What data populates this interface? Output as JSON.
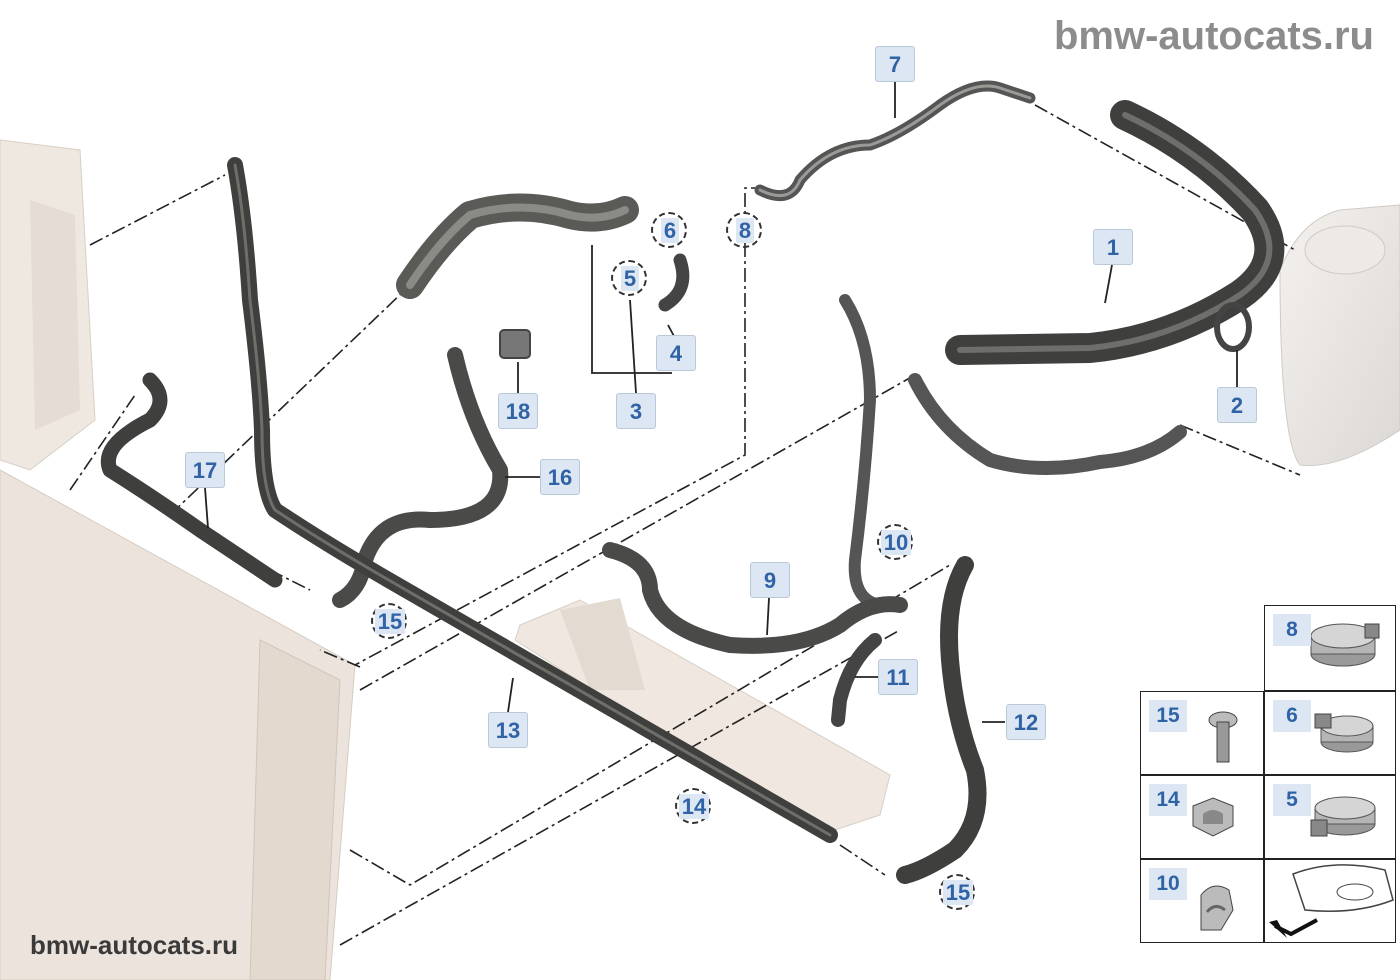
{
  "watermark_top": "bmw-autocats.ru",
  "watermark_bottom": "bmw-autocats.ru",
  "callouts": [
    {
      "id": "c7",
      "label": "7",
      "style": "box"
    },
    {
      "id": "c8",
      "label": "8",
      "style": "round"
    },
    {
      "id": "c6",
      "label": "6",
      "style": "round"
    },
    {
      "id": "c5",
      "label": "5",
      "style": "round"
    },
    {
      "id": "c4",
      "label": "4",
      "style": "box"
    },
    {
      "id": "c3",
      "label": "3",
      "style": "box"
    },
    {
      "id": "c18",
      "label": "18",
      "style": "box"
    },
    {
      "id": "c16",
      "label": "16",
      "style": "box"
    },
    {
      "id": "c17",
      "label": "17",
      "style": "box"
    },
    {
      "id": "c15a",
      "label": "15",
      "style": "round"
    },
    {
      "id": "c1",
      "label": "1",
      "style": "box"
    },
    {
      "id": "c2",
      "label": "2",
      "style": "box"
    },
    {
      "id": "c10",
      "label": "10",
      "style": "round"
    },
    {
      "id": "c9",
      "label": "9",
      "style": "box"
    },
    {
      "id": "c11",
      "label": "11",
      "style": "box"
    },
    {
      "id": "c12",
      "label": "12",
      "style": "box"
    },
    {
      "id": "c13",
      "label": "13",
      "style": "box"
    },
    {
      "id": "c14",
      "label": "14",
      "style": "round"
    },
    {
      "id": "c15b",
      "label": "15",
      "style": "round"
    }
  ],
  "legend": [
    {
      "label": "8",
      "part": "hose-clamp-8"
    },
    {
      "label": "15",
      "part": "expanding-rivet-15"
    },
    {
      "label": "6",
      "part": "hose-clamp-6"
    },
    {
      "label": "14",
      "part": "holder-14"
    },
    {
      "label": "5",
      "part": "hose-clamp-5"
    },
    {
      "label": "10",
      "part": "clip-10"
    },
    {
      "label": "",
      "part": "vehicle-front-locator"
    }
  ],
  "colors": {
    "callout_bg": "#dce7f3",
    "callout_text": "#2f63a6",
    "hose": "#4a4a48",
    "hose_highlight": "#8a8a86",
    "radiator": "#ece4dc"
  }
}
